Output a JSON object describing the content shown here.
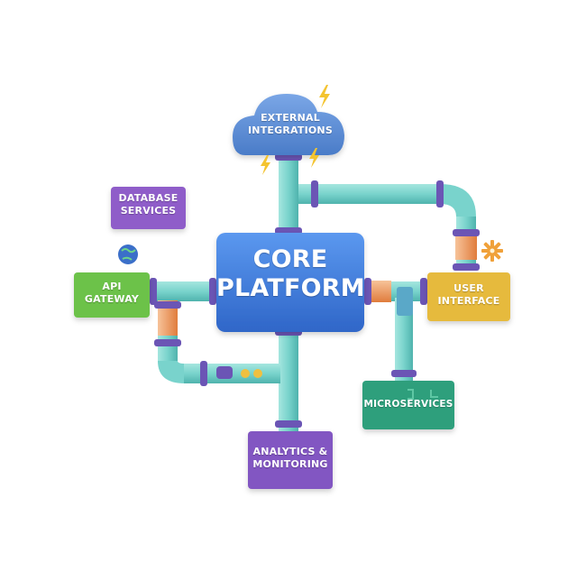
{
  "diagram": {
    "nodes": {
      "cloud": {
        "line1": "EXTERNAL",
        "line2": "INTEGRATIONS"
      },
      "core": {
        "line1": "CORE",
        "line2": "PLATFORM"
      },
      "database": {
        "line1": "DATABASE",
        "line2": "SERVICES"
      },
      "api": {
        "line1": "API",
        "line2": "GATEWAY"
      },
      "ui": {
        "line1": "USER",
        "line2": "INTERFACE"
      },
      "micro": {
        "line1": "MICROSERVICES"
      },
      "analytics": {
        "line1": "ANALYTICS &",
        "line2": "MONITORING"
      }
    }
  },
  "colors": {
    "pipe": "#79d3cc",
    "pipe_dark": "#4fb3ad",
    "coupling": "#6b55b5",
    "orange_joint": "#f09a58",
    "cloud": "#5b8ed6",
    "core": "#3f7fe0",
    "database": "#8f5dc9",
    "api": "#6cc24a",
    "ui": "#e6ba3e",
    "micro": "#2f9f7c",
    "analytics": "#8256c2",
    "lightning": "#f4c430"
  }
}
